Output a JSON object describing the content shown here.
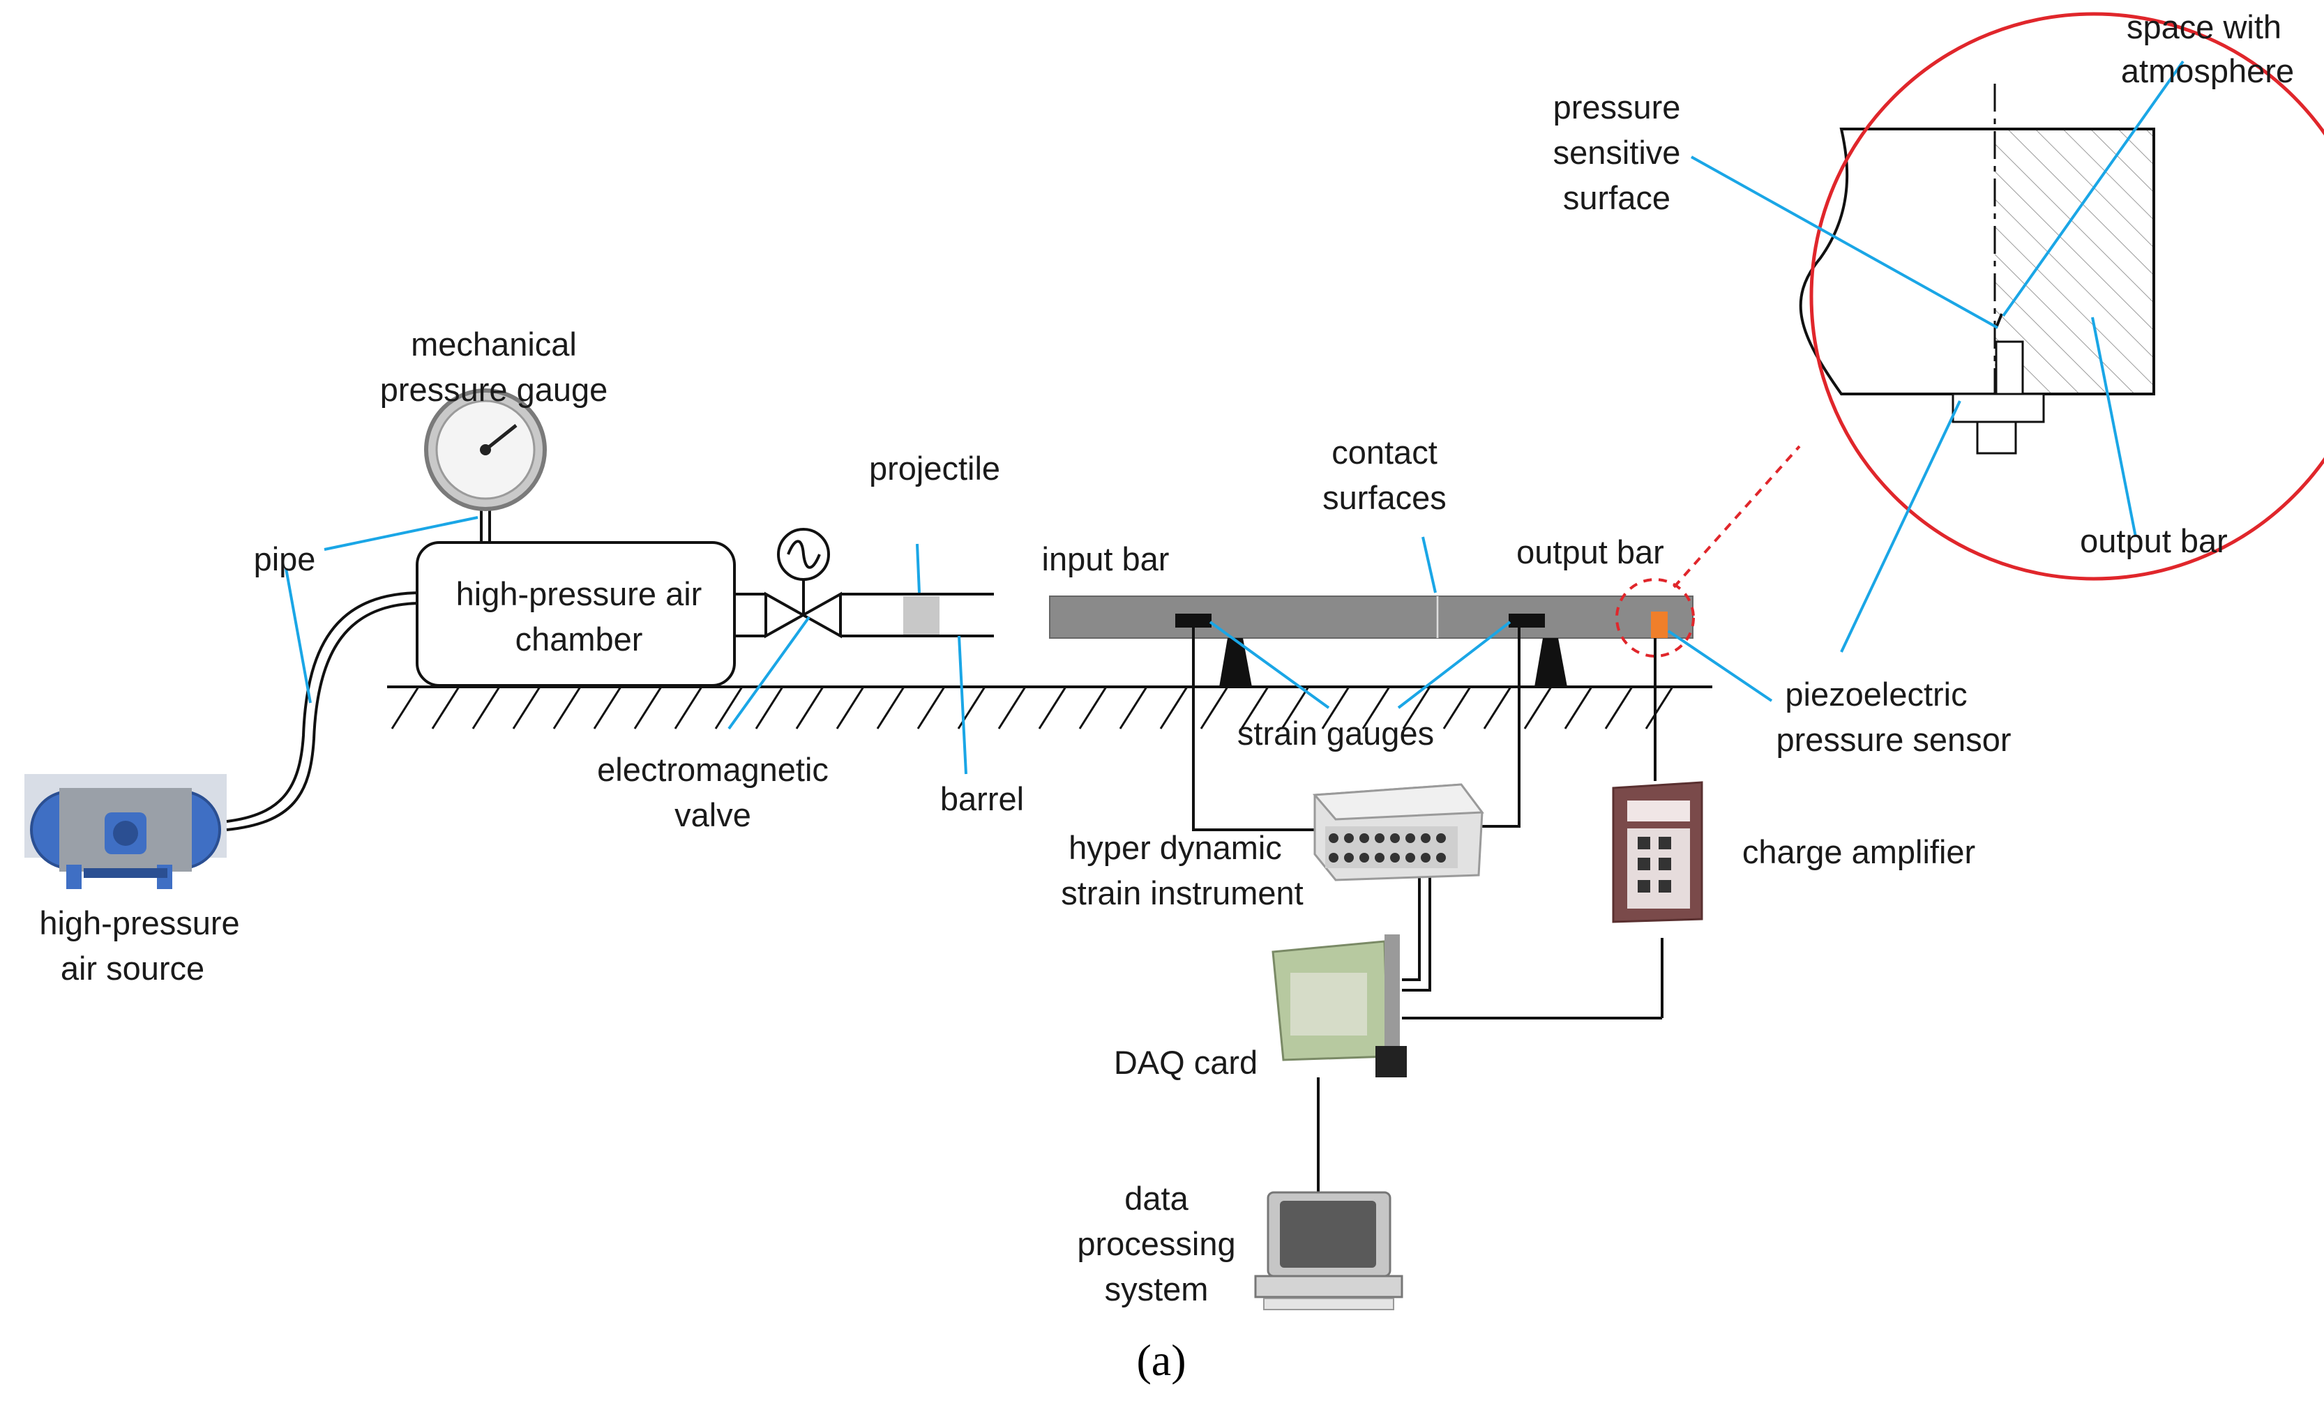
{
  "labels": {
    "gauge_1": "mechanical",
    "gauge_2": "pressure gauge",
    "pipe": "pipe",
    "chamber_1": "high-pressure air",
    "chamber_2": "chamber",
    "projectile": "projectile",
    "barrel": "barrel",
    "valve_1": "electromagnetic",
    "valve_2": "valve",
    "source_1": "high-pressure",
    "source_2": "air source",
    "input_bar": "input bar",
    "contact_1": "contact",
    "contact_2": "surfaces",
    "output_bar": "output bar",
    "strain_gauges": "strain gauges",
    "piezo_1": "piezoelectric",
    "piezo_2": "pressure sensor",
    "charge_amp": "charge amplifier",
    "hyper_1": "hyper dynamic",
    "hyper_2": "strain instrument",
    "daq": "DAQ card",
    "dps_1": "data",
    "dps_2": "processing",
    "dps_3": "system",
    "pss_1": "pressure",
    "pss_2": "sensitive",
    "pss_3": "surface",
    "space_1": "space with",
    "space_2": "atmosphere",
    "detail_output_bar": "output bar",
    "caption": "(a)"
  },
  "colors": {
    "leader": "#1aa6e6",
    "detail_circle": "#e0262b",
    "bar": "#8a8a8a",
    "sensor": "#f07f2a",
    "tank": "#3f6fc4"
  }
}
